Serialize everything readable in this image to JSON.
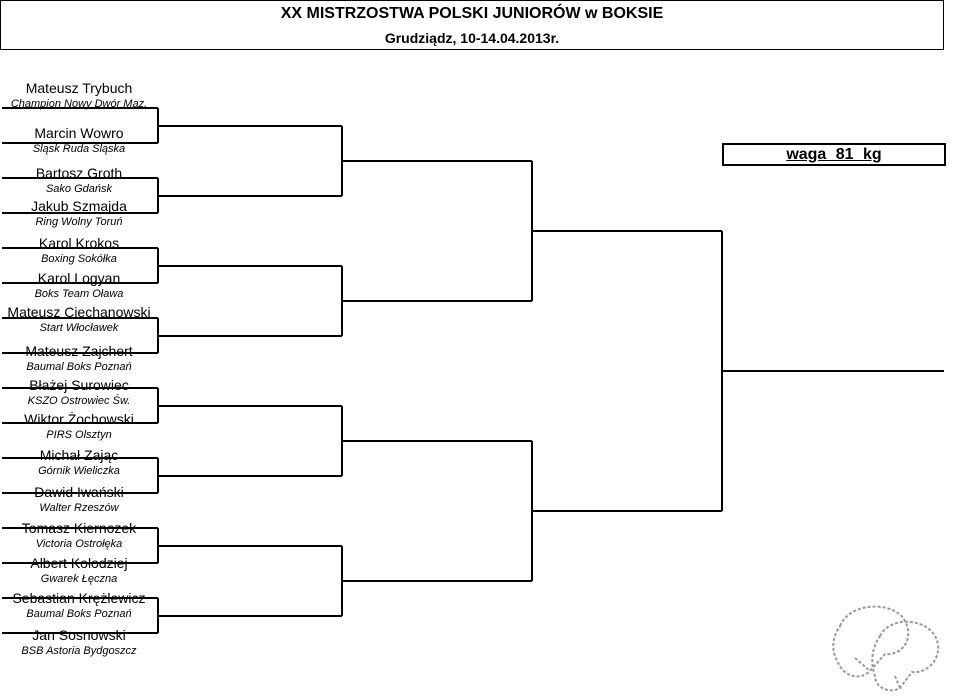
{
  "header": {
    "title": "XX MISTRZOSTWA POLSKI JUNIORÓW w BOKSIE",
    "subtitle": "Grudziądz, 10-14.04.2013r."
  },
  "weight_label": "waga 81 kg",
  "bracket": [
    {
      "name": "Mateusz Trybuch",
      "club": "Champion Nowy Dwór Maz."
    },
    {
      "name": "Marcin Wowro",
      "club": "Śląsk Ruda Śląska"
    },
    {
      "name": "Bartosz Groth",
      "club": "Sako Gdańsk"
    },
    {
      "name": "Jakub Szmajda",
      "club": "Ring Wolny Toruń"
    },
    {
      "name": "Karol Krokos",
      "club": "Boxing Sokółka"
    },
    {
      "name": "Karol Logyan",
      "club": "Boks Team Oława"
    },
    {
      "name": "Mateusz Ciechanowski",
      "club": "Start Włocławek"
    },
    {
      "name": "Mateusz Zajchert",
      "club": "Baumal Boks Poznań"
    },
    {
      "name": "Błażej Surowiec",
      "club": "KSZO Ostrowiec Św."
    },
    {
      "name": "Wiktor Żochowski",
      "club": "PIRS Olsztyn"
    },
    {
      "name": "Michał Zając",
      "club": "Górnik Wieliczka"
    },
    {
      "name": "Dawid Iwański",
      "club": "Walter Rzeszów"
    },
    {
      "name": "Tomasz Kiernozek",
      "club": "Victoria Ostrołęka"
    },
    {
      "name": "Albert Kołodziej",
      "club": "Gwarek Łęczna"
    },
    {
      "name": "Sebastian Krężlewicz",
      "club": "Baumal Boks Poznań"
    },
    {
      "name": "Jan Sosnowski",
      "club": "BSB Astoria Bydgoszcz"
    }
  ]
}
